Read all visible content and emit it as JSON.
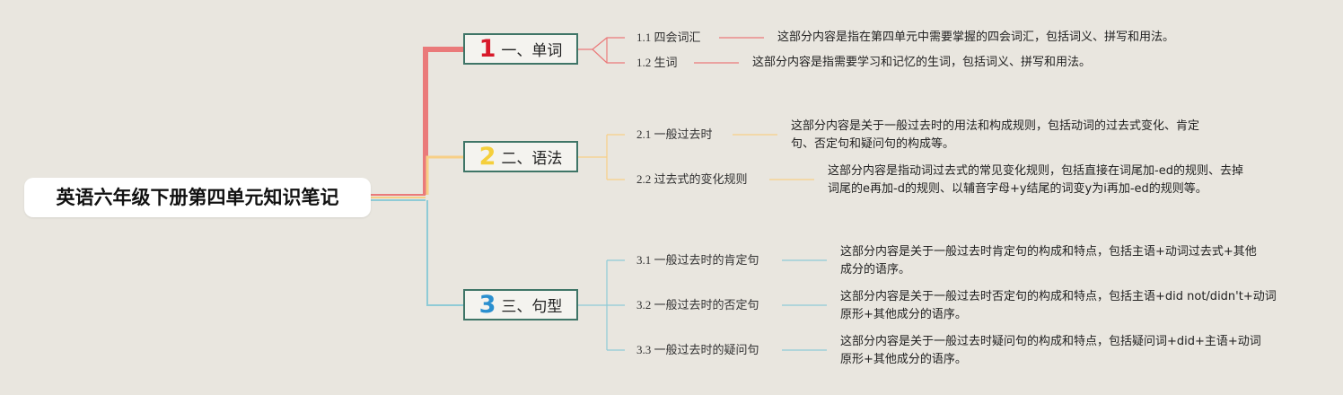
{
  "root": {
    "title": "英语六年级下册第四单元知识笔记"
  },
  "branches": [
    {
      "number": "1",
      "label": "一、单词",
      "color": "#d8192a",
      "line_color": "#ea7a7a",
      "items": [
        {
          "label": "1.1 四会词汇",
          "desc": [
            "这部分内容是指在第四单元中需要掌握的四会词汇，包括词义、拼写和用法。"
          ]
        },
        {
          "label": "1.2 生词",
          "desc": [
            "这部分内容是指需要学习和记忆的生词，包括词义、拼写和用法。"
          ]
        }
      ]
    },
    {
      "number": "2",
      "label": "二、语法",
      "color": "#f5cf3c",
      "line_color": "#f7cf86",
      "items": [
        {
          "label": "2.1 一般过去时",
          "desc": [
            "这部分内容是关于一般过去时的用法和构成规则，包括动词的过去式变化、肯定",
            "句、否定句和疑问句的构成等。"
          ]
        },
        {
          "label": "2.2 过去式的变化规则",
          "desc": [
            "这部分内容是指动词过去式的常见变化规则，包括直接在词尾加-ed的规则、去掉",
            "词尾的e再加-d的规则、以辅音字母+y结尾的词变y为i再加-ed的规则等。"
          ]
        }
      ]
    },
    {
      "number": "3",
      "label": "三、句型",
      "color": "#2a8fcf",
      "line_color": "#8fcbd6",
      "items": [
        {
          "label": "3.1 一般过去时的肯定句",
          "desc": [
            "这部分内容是关于一般过去时肯定句的构成和特点，包括主语+动词过去式+其他",
            "成分的语序。"
          ]
        },
        {
          "label": "3.2 一般过去时的否定句",
          "desc": [
            "这部分内容是关于一般过去时否定句的构成和特点，包括主语+did not/didn't+动词",
            "原形+其他成分的语序。"
          ]
        },
        {
          "label": "3.3 一般过去时的疑问句",
          "desc": [
            "这部分内容是关于一般过去时疑问句的构成和特点，包括疑问词+did+主语+动词",
            "原形+其他成分的语序。"
          ]
        }
      ]
    }
  ]
}
